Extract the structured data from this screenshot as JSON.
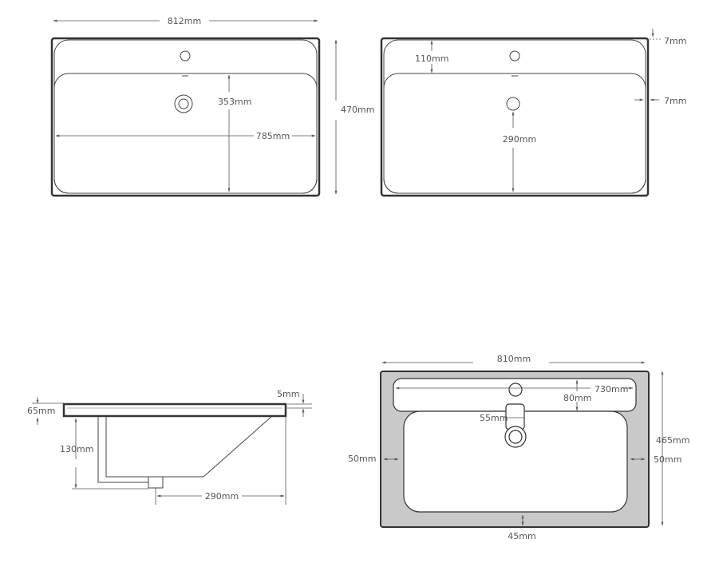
{
  "top_view_1": {
    "width": "812mm",
    "depth": "470mm",
    "basin_depth": "353mm",
    "basin_width": "785mm"
  },
  "top_view_2": {
    "deck": "110mm",
    "top_edge": "7mm",
    "side_edge": "7mm",
    "drain_distance": "290mm"
  },
  "side_view": {
    "rim_height": "65mm",
    "rim_lip": "5mm",
    "bowl_depth": "130mm",
    "drain_offset": "290mm"
  },
  "plan_view": {
    "width": "810mm",
    "deck_width": "730mm",
    "deck_depth": "80mm",
    "overflow_width": "55mm",
    "left_margin": "50mm",
    "right_margin": "50mm",
    "depth": "465mm",
    "front_margin": "45mm",
    "surface_color": "#c9c9c9"
  }
}
